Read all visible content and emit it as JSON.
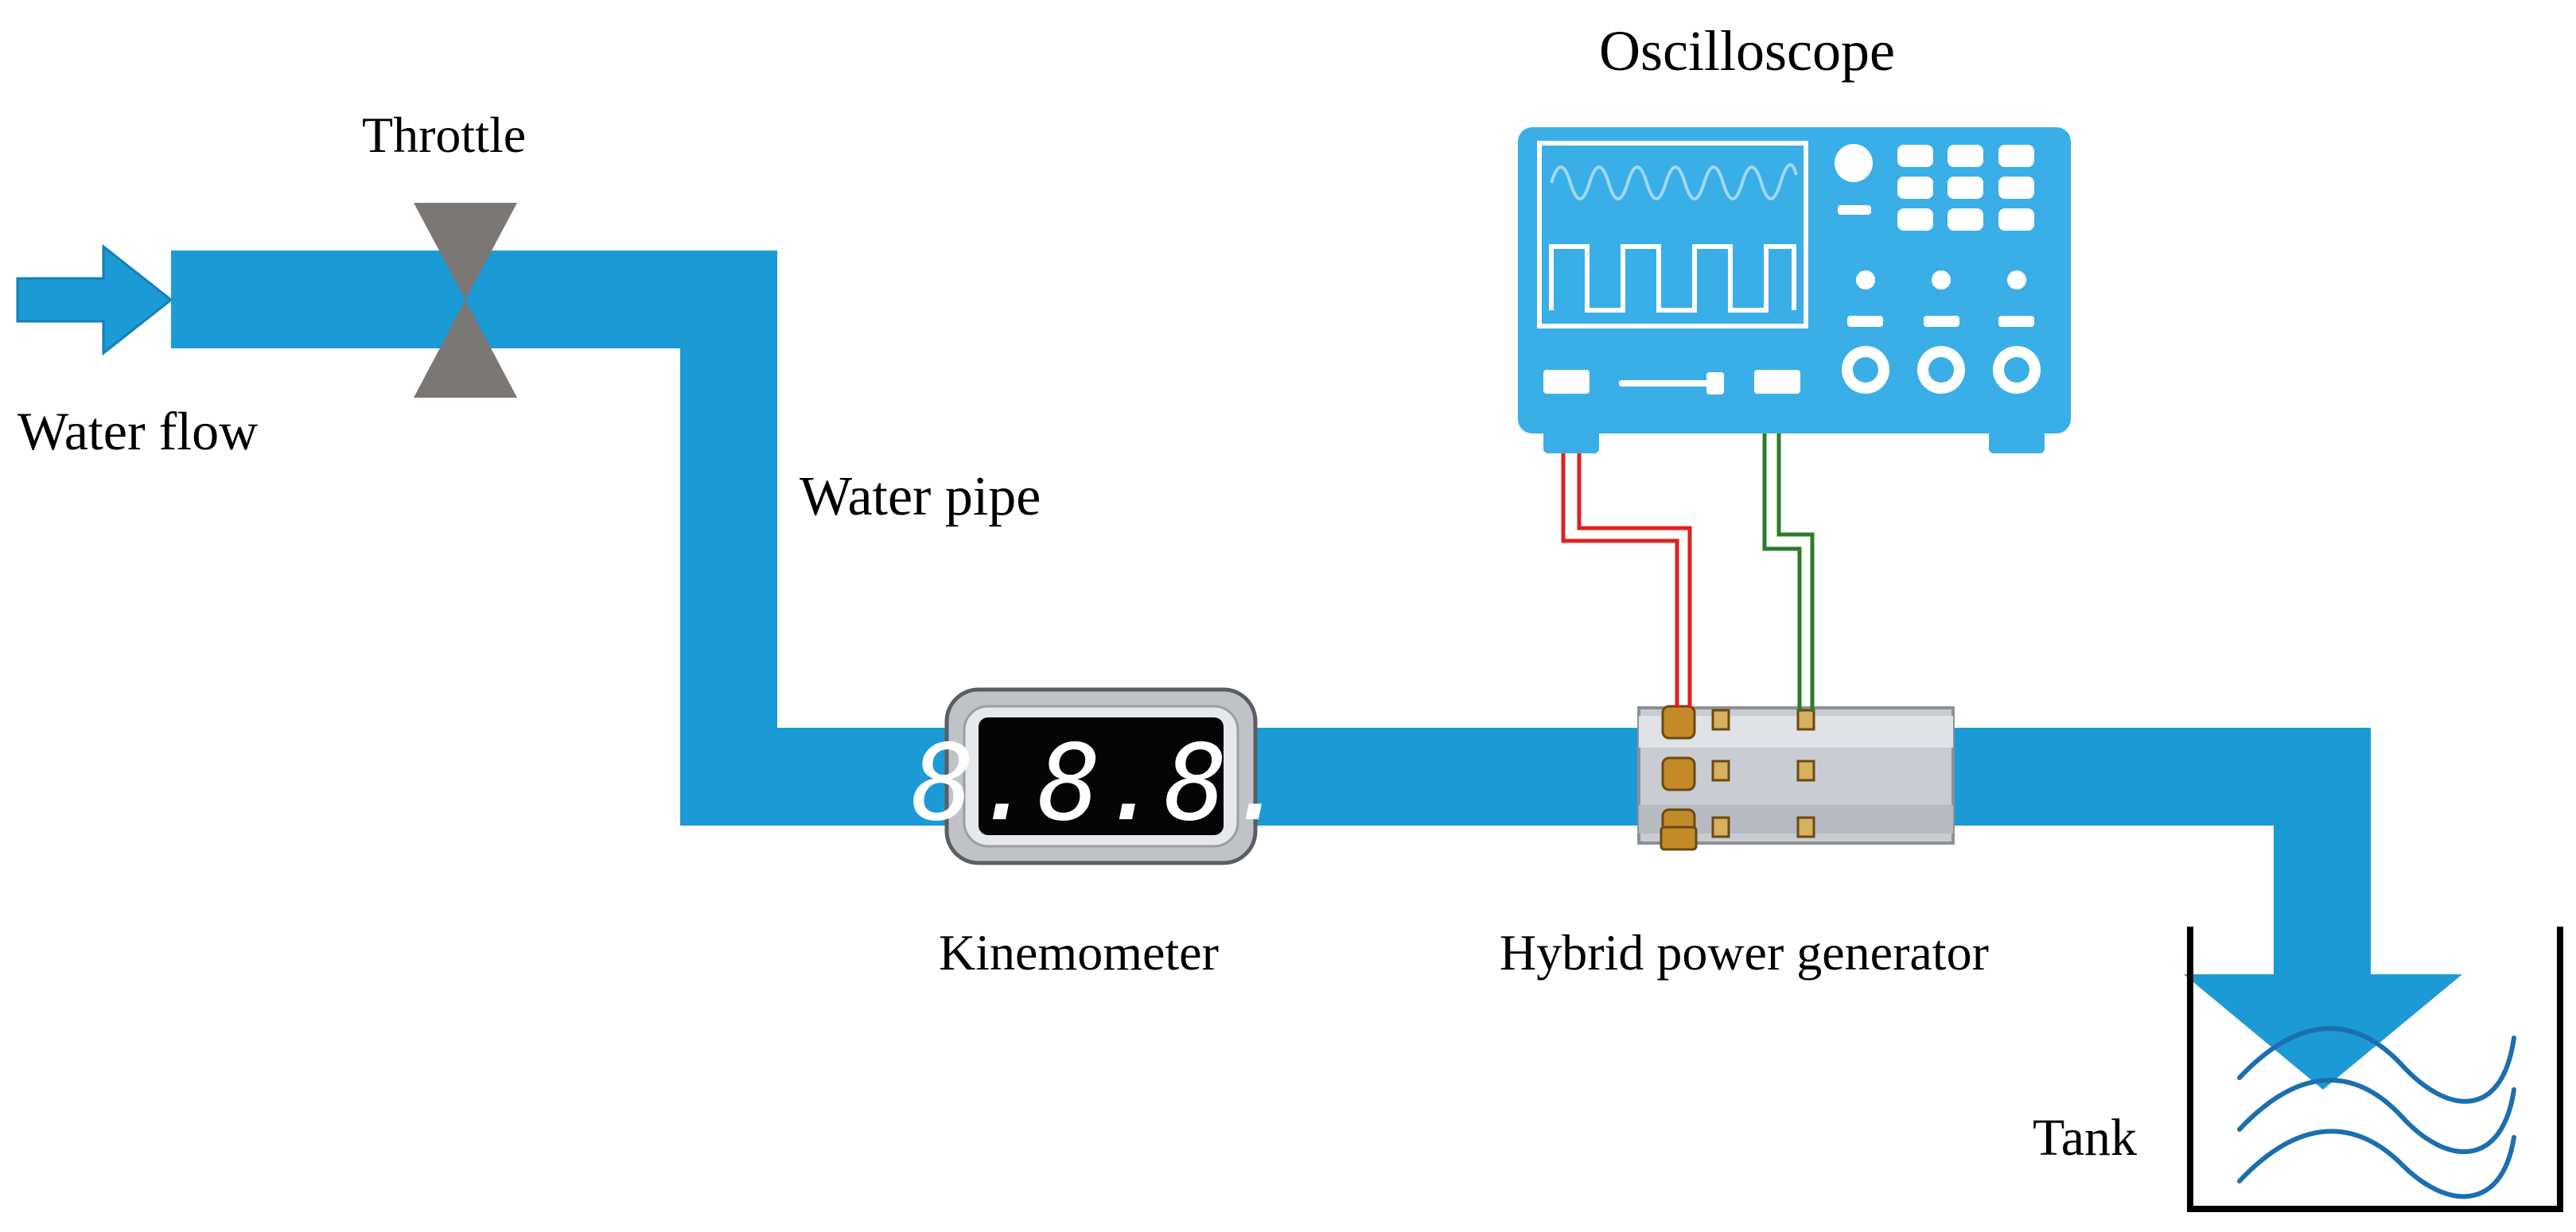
{
  "labels": {
    "throttle": "Throttle",
    "water_flow": "Water flow",
    "water_pipe": "Water pipe",
    "oscilloscope": "Oscilloscope",
    "kinemometer": "Kinemometer",
    "hybrid_generator": "Hybrid power generator",
    "tank": "Tank"
  },
  "kinemometer_display": "8.8.8.",
  "colors": {
    "pipe": "#1b9ad6",
    "oscilloscope_body": "#3aaee6",
    "oscilloscope_detail": "#ffffff",
    "valve": "#7a7775",
    "display_bg": "#050505",
    "display_digits": "#ffffff",
    "wire_red": "#e02020",
    "wire_green": "#2e7a2e",
    "water_wave": "#1b6fae"
  },
  "icons": {
    "inlet": "right-arrow-icon",
    "throttle": "valve-icon",
    "outlet": "down-arrow-icon",
    "tank_water": "wave-icon"
  }
}
